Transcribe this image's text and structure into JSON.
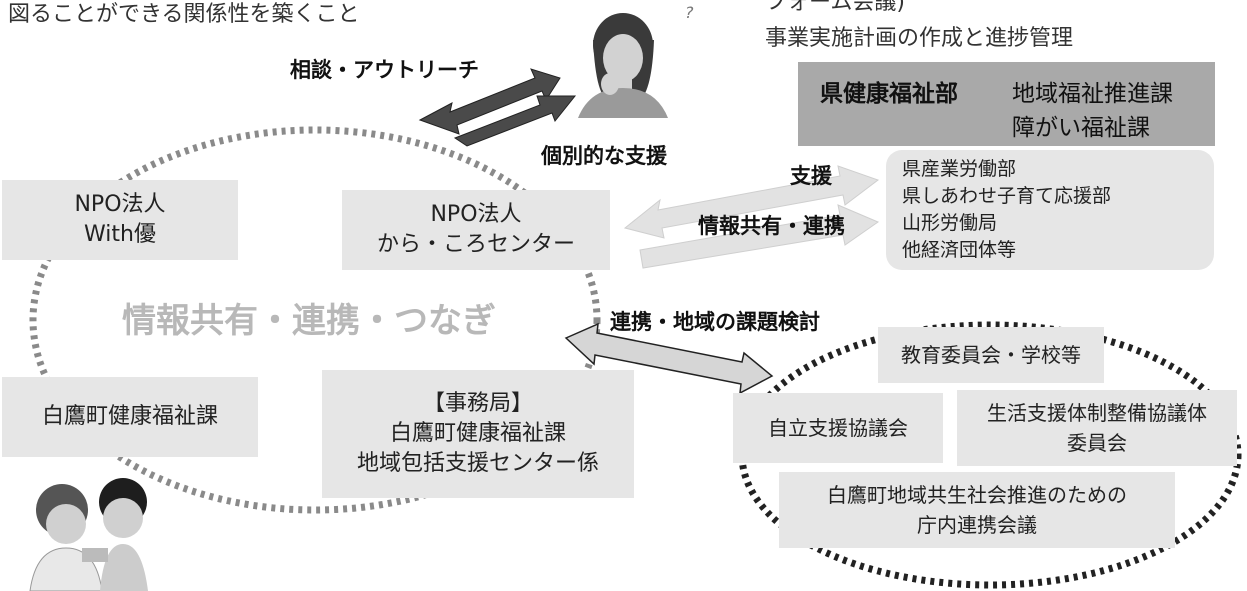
{
  "top_left_text": "図ることができる関係性を築くこと",
  "top_right": {
    "line1": "フォーム会議)",
    "line2": "事業実施計画の作成と進捗管理"
  },
  "prefecture": {
    "dept": "県健康福祉部",
    "sections": [
      "地域福祉推進課",
      "障がい福祉課"
    ]
  },
  "other_orgs": [
    "県産業労働部",
    "県しあわせ子育て応援部",
    "山形労働局",
    "他経済団体等"
  ],
  "arrows": {
    "consult": "相談・アウトリーチ",
    "individual": "個別的な支援",
    "support": "支援",
    "info_share": "情報共有・連携",
    "cooperation": "連携・地域の課題検討"
  },
  "network_label": "情報共有・連携・つなぎ",
  "npo_with": [
    "NPO法人",
    "With優"
  ],
  "npo_karakoro": [
    "NPO法人",
    "から・ころセンター"
  ],
  "town_health": "白鷹町健康福祉課",
  "secretariat": [
    "【事務局】",
    "白鷹町健康福祉課",
    "地域包括支援センター係"
  ],
  "councils": {
    "education": "教育委員会・学校等",
    "independence": "自立支援協議会",
    "livelihood": [
      "生活支援体制整備協議体",
      "委員会"
    ],
    "symbiosis": [
      "白鷹町地域共生社会推進のための",
      "庁内連携会議"
    ]
  }
}
